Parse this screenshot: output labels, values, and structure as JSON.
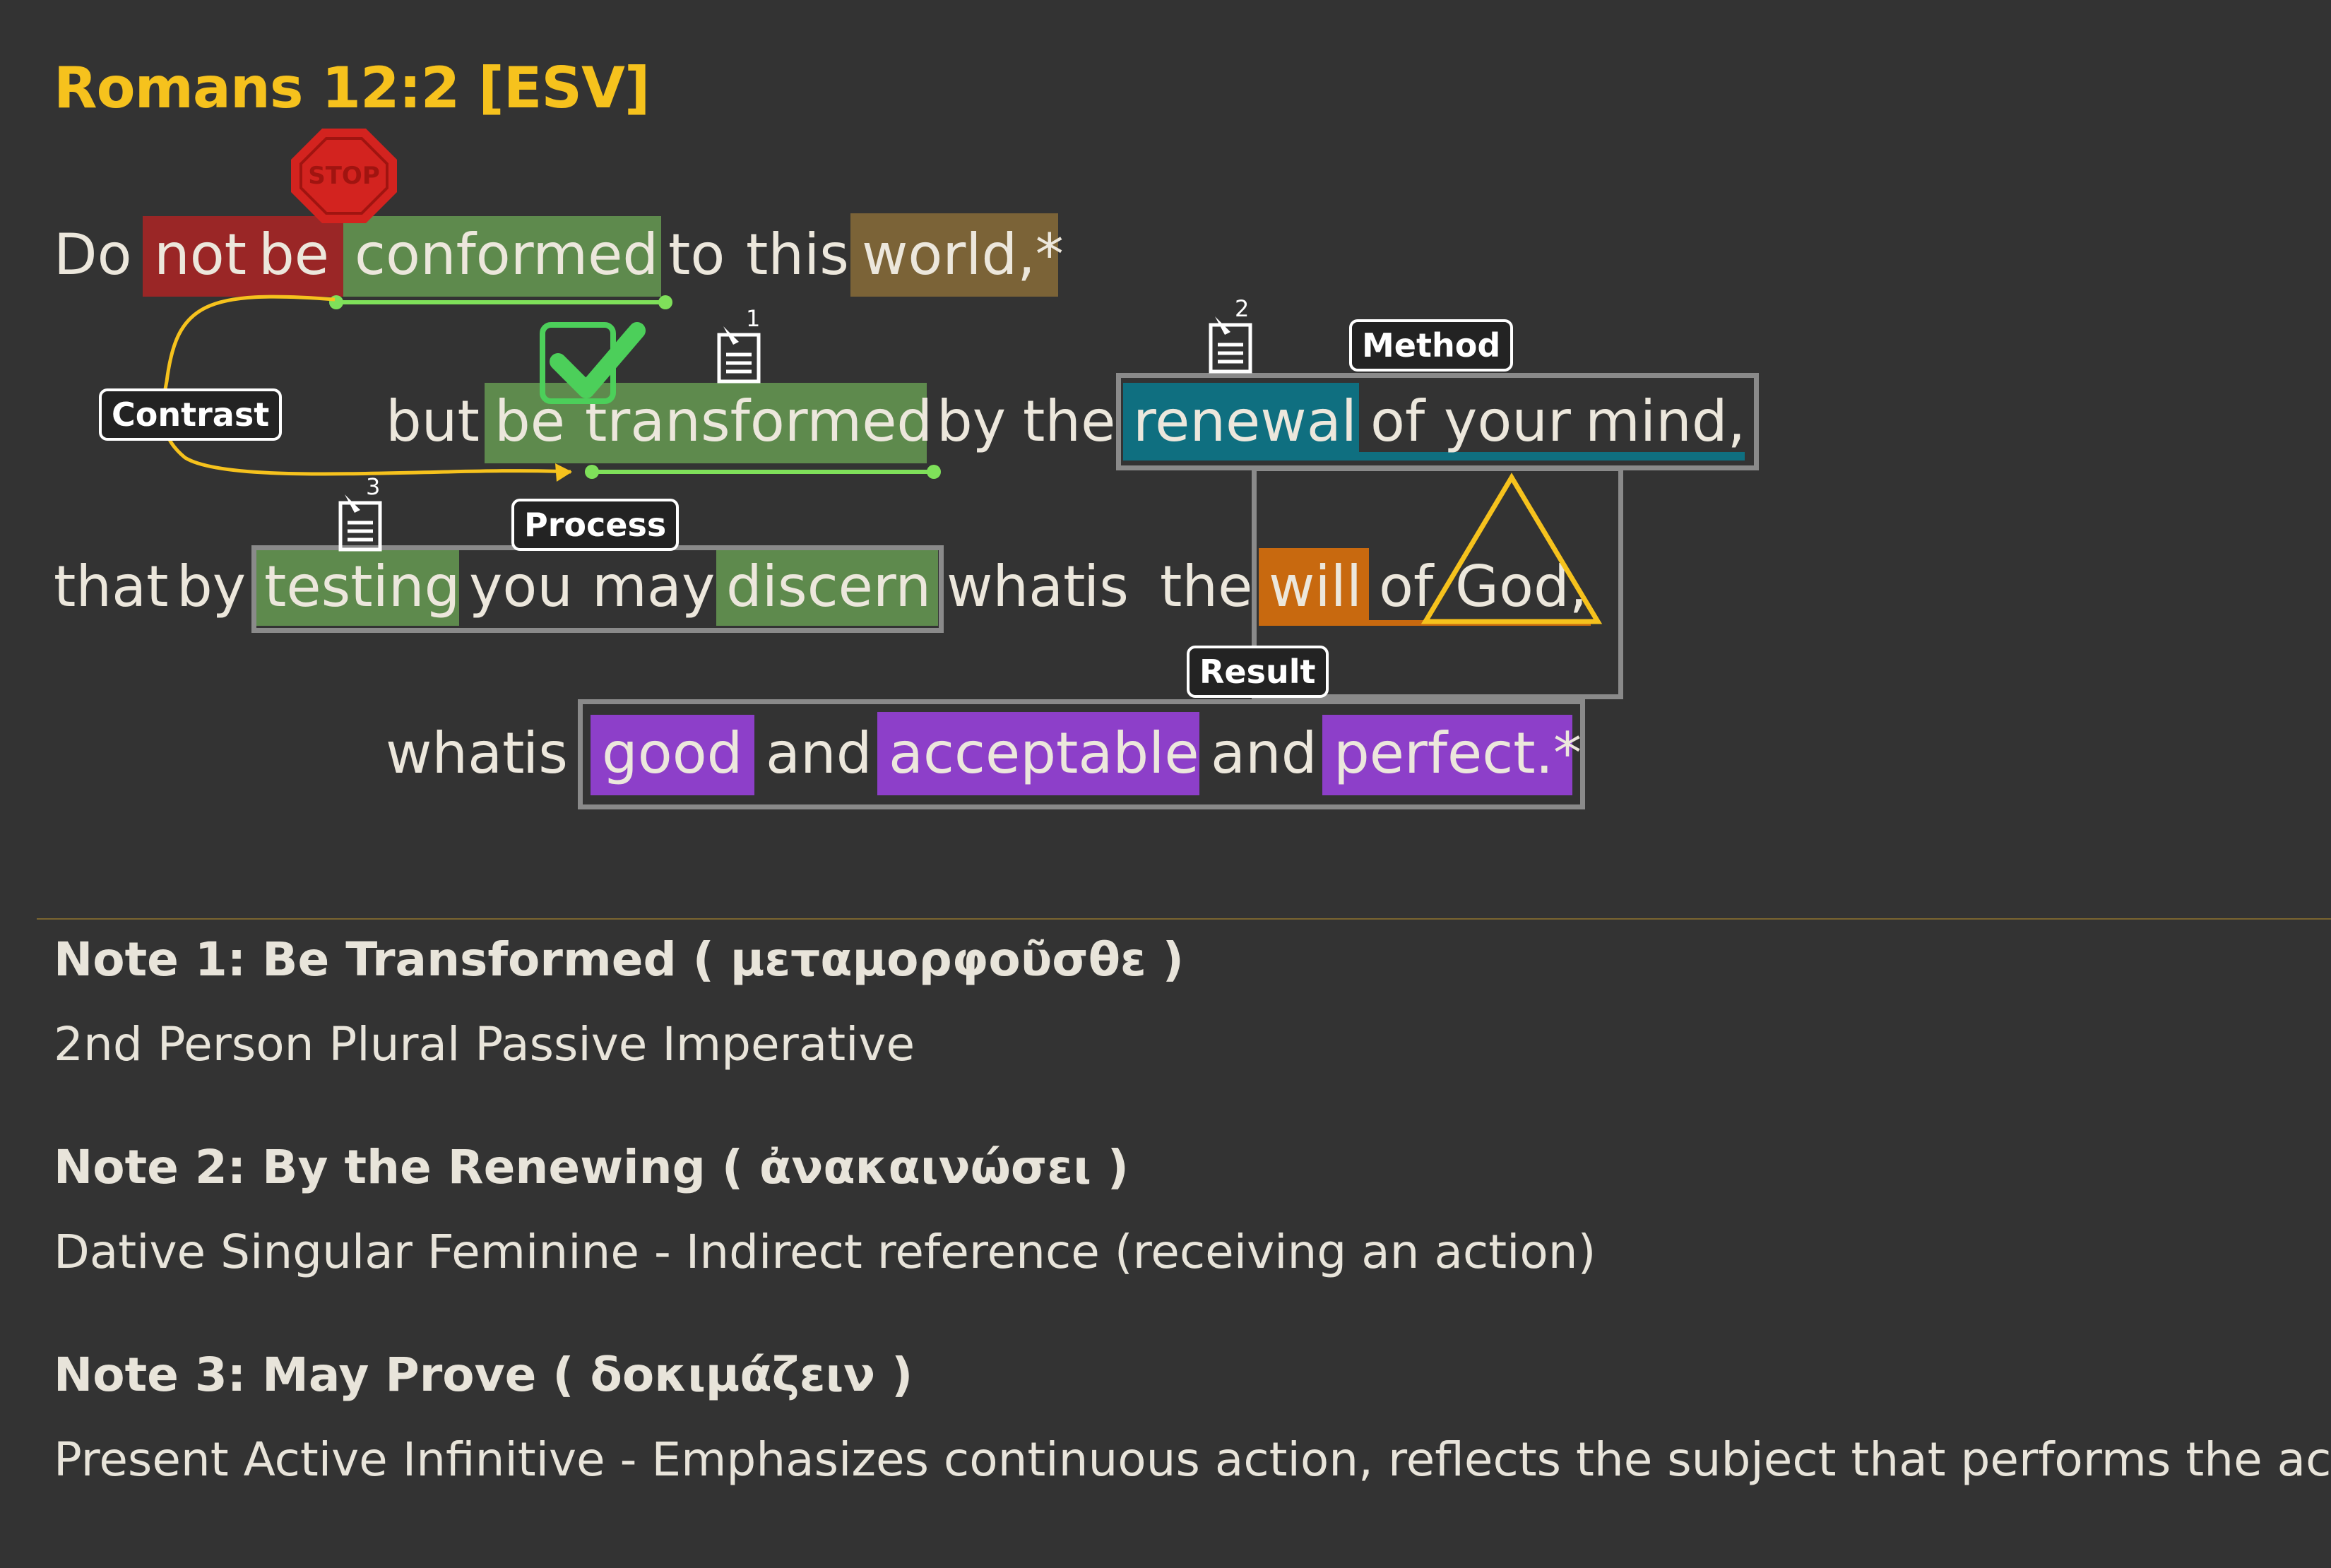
{
  "title": "Romans 12:2 [ESV]",
  "verse": {
    "line1": {
      "w1": "Do",
      "w2": "not",
      "w3": "be",
      "w4": "conformed",
      "w5": "to",
      "w6": "this",
      "w7": "world,*"
    },
    "line2": {
      "w1": "but",
      "w2": "be",
      "w3": "transformed",
      "w4": "by",
      "w5": "the",
      "w6": "renewal",
      "w7": "of",
      "w8": "your",
      "w9": "mind,"
    },
    "line3": {
      "w1": "that",
      "w2": "by",
      "w3": "testing",
      "w4": "you",
      "w5": "may",
      "w6": "discern",
      "w7": "what",
      "w8": "is",
      "w9": "the",
      "w10": "will",
      "w11": "of",
      "w12": "God,"
    },
    "line4": {
      "w1": "what",
      "w2": "is",
      "w3": "good",
      "w4": "and",
      "w5": "acceptable",
      "w6": "and",
      "w7": "perfect.*"
    }
  },
  "labels": {
    "contrast": "Contrast",
    "process": "Process",
    "method": "Method",
    "result": "Result",
    "stop": "STOP"
  },
  "note_markers": [
    "1",
    "2",
    "3"
  ],
  "notes": [
    {
      "title": "Note 1: Be Transformed ( μεταμορφοῦσθε )",
      "body": "2nd Person Plural Passive Imperative"
    },
    {
      "title": "Note 2: By the Renewing ( ἀνακαινώσει )",
      "body": "Dative Singular Feminine - Indirect reference (receiving an action)"
    },
    {
      "title": "Note 3: May Prove ( δοκιμάζειν )",
      "body": "Present Active Infinitive - Emphasizes continuous action, reflects the subject that performs the action"
    }
  ],
  "colors": {
    "title": "#f6c21d",
    "red": "#9a2626",
    "green": "#5e8a4d",
    "brown": "#7b6337",
    "teal": "#0f6f80",
    "orange": "#c8690f",
    "purple": "#8d3fc9",
    "connector": "#f6c21d",
    "underline": "#7fe05a"
  },
  "icons": [
    "stop-sign-icon",
    "checkmark-icon",
    "note-pin-icon",
    "triangle-icon"
  ]
}
